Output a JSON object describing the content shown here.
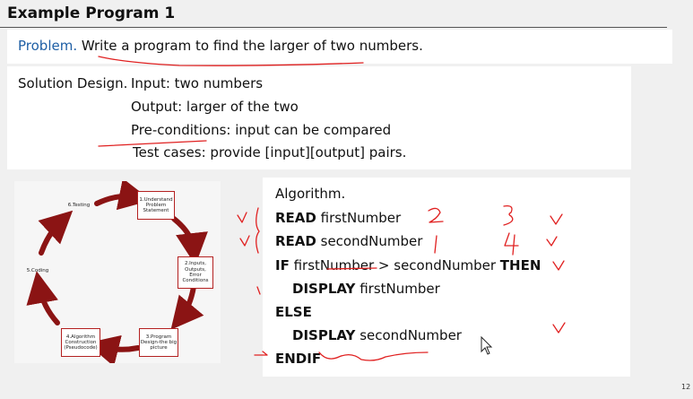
{
  "title": "Example Program 1",
  "problem": {
    "label": "Problem.",
    "text": " Write a program to find the larger of two numbers."
  },
  "design": {
    "label": "Solution Design.",
    "input": "Input: two numbers",
    "output": "Output: larger of the two",
    "preconditions": "Pre-conditions: input can be compared",
    "testcases": "Test cases: provide [input][output] pairs."
  },
  "cycle": {
    "s1": "1.Understand Problem Statement",
    "s2": "2.Inputs, Outputs, Error Conditions",
    "s3": "3.Program Design-the big picture",
    "s4": "4.Algorithm Construction (Pseudocode)",
    "s5": "5.Coding",
    "s6": "6.Testing"
  },
  "algorithm": {
    "heading": "Algorithm.",
    "read": "READ",
    "first": " firstNumber",
    "second": " secondNumber",
    "if_kw": "IF",
    "condition": " firstNumber > secondNumber ",
    "then_kw": "THEN",
    "display": "DISPLAY",
    "display_first": " firstNumber",
    "else_kw": "ELSE",
    "display_second": " secondNumber",
    "endif_kw": "ENDIF"
  },
  "page_number": "12"
}
